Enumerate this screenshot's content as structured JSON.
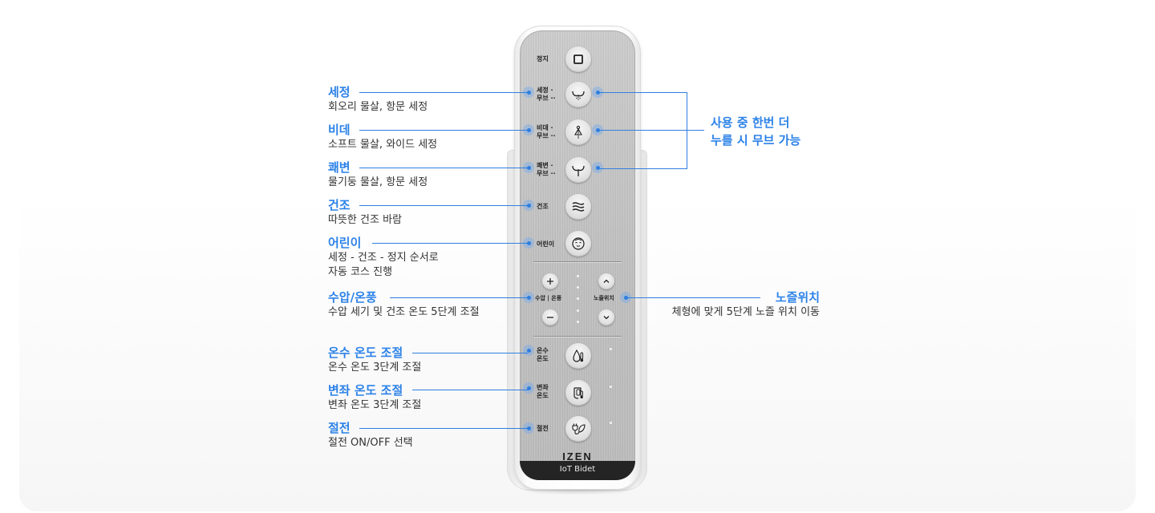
{
  "remote": {
    "brand": "IZEN",
    "model": "IoT Bidet",
    "buttons": [
      {
        "id": "stop",
        "label": "정지",
        "icon": "stop-square-icon"
      },
      {
        "id": "wash",
        "label_line1": "세정 ·",
        "label_line2": "무브 ··",
        "icon": "rear-wash-icon"
      },
      {
        "id": "bidet",
        "label_line1": "비데 ·",
        "label_line2": "무브 ··",
        "icon": "bidet-wash-icon"
      },
      {
        "id": "clean",
        "label_line1": "쾌변 ·",
        "label_line2": "무브 ··",
        "icon": "enema-wash-icon"
      },
      {
        "id": "dry",
        "label": "건조",
        "icon": "dry-wave-icon"
      },
      {
        "id": "kids",
        "label": "어린이",
        "icon": "child-face-icon"
      },
      {
        "id": "pressure",
        "label": "수압 | 온풍",
        "plus": "+",
        "minus": "−",
        "icon": "plus-minus-icon"
      },
      {
        "id": "nozzle",
        "label": "노즐위치",
        "up": "^",
        "down": "v",
        "icon": "chevron-icon"
      },
      {
        "id": "water-temp",
        "label_line1": "온수",
        "label_line2": "온도",
        "icon": "water-temperature-icon"
      },
      {
        "id": "seat-temp",
        "label_line1": "변좌",
        "label_line2": "온도",
        "icon": "seat-temperature-icon"
      },
      {
        "id": "power-save",
        "label": "절전",
        "icon": "eco-plug-icon"
      }
    ]
  },
  "callouts_left": [
    {
      "title": "세정",
      "desc": [
        "회오리 물살, 항문 세정"
      ]
    },
    {
      "title": "비데",
      "desc": [
        "소프트 물살, 와이드 세정"
      ]
    },
    {
      "title": "쾌변",
      "desc": [
        "물기둥 물살, 항문 세정"
      ]
    },
    {
      "title": "건조",
      "desc": [
        "따뜻한 건조 바람"
      ]
    },
    {
      "title": "어린이",
      "desc": [
        "세정 - 건조 - 정지 순서로",
        "자동 코스 진행"
      ]
    },
    {
      "title": "수압/온풍",
      "desc": [
        "수압 세기 및 건조 온도 5단계 조절"
      ]
    },
    {
      "title": "온수 온도 조절",
      "desc": [
        "온수 온도 3단계 조절"
      ]
    },
    {
      "title": "변좌 온도 조절",
      "desc": [
        "변좌 온도 3단계 조절"
      ]
    },
    {
      "title": "절전",
      "desc": [
        "절전 ON/OFF 선택"
      ]
    }
  ],
  "callouts_right": {
    "move_note": [
      "사용 중 한번 더",
      "누를 시 무브 가능"
    ],
    "nozzle": {
      "title": "노즐위치",
      "desc": "체형에 맞게 5단계 노즐 위치 이동"
    }
  },
  "colors": {
    "accent": "#2c82e8",
    "text": "#333333",
    "panel": "#c4c4c4",
    "footer": "#242424"
  }
}
